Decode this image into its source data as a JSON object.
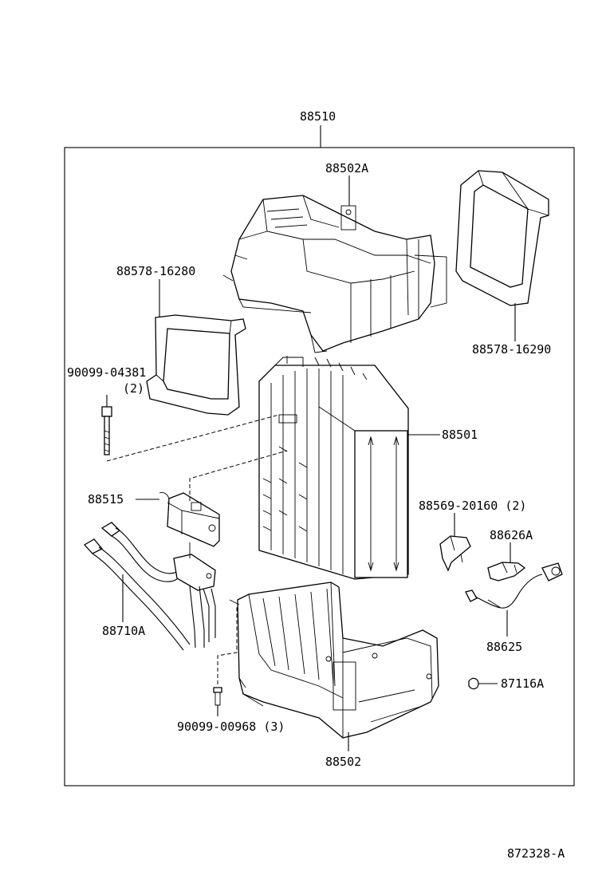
{
  "labels": {
    "assembly": "88510",
    "upper_case": "88502A",
    "seal_left": "88578-16280",
    "seal_right": "88578-16290",
    "bolt": "90099-04381",
    "bolt_qty": "(2)",
    "evaporator": "88501",
    "expansion_valve": "88515",
    "clip": "88569-20160 (2)",
    "bracket": "88626A",
    "pipe": "88710A",
    "thermistor": "88625",
    "clamp": "87116A",
    "screw": "90099-00968 (3)",
    "lower_case": "88502"
  },
  "diagram_code": "872328-A"
}
